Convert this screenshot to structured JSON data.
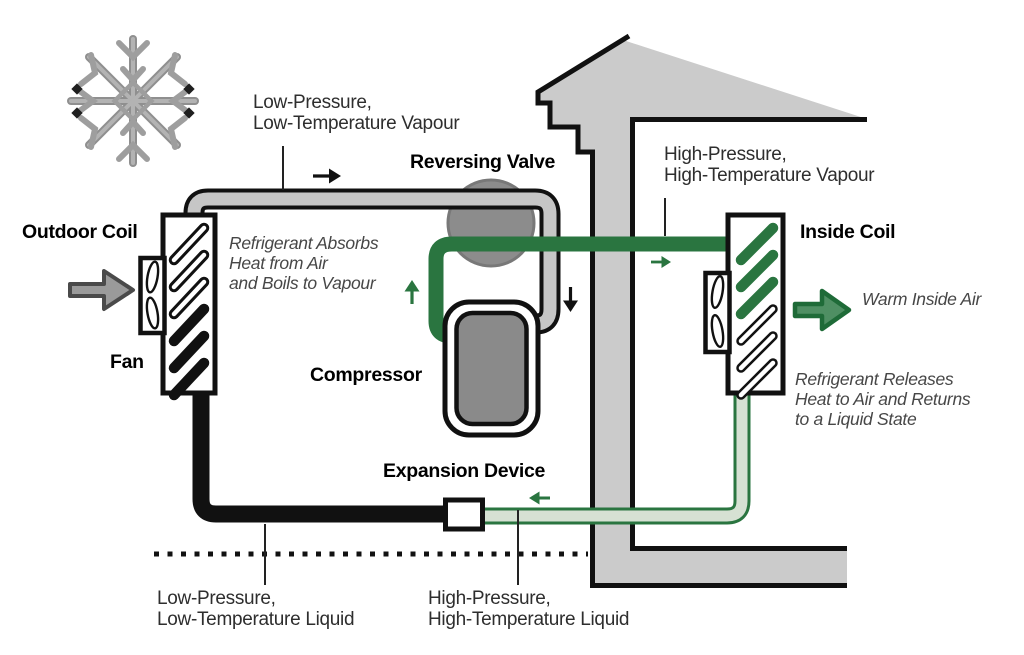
{
  "title": "Heat pump heating cycle diagram",
  "labels": {
    "low_pressure_vapour": "Low-Pressure,\nLow-Temperature Vapour",
    "reversing_valve": "Reversing Valve",
    "high_pressure_vapour": "High-Pressure,\nHigh-Temperature Vapour",
    "outdoor_coil": "Outdoor Coil",
    "inside_coil": "Inside Coil",
    "fan": "Fan",
    "compressor": "Compressor",
    "expansion_device": "Expansion Device",
    "warm_inside_air": "Warm Inside Air",
    "refrigerant_absorbs": "Refrigerant Absorbs\nHeat from Air\nand Boils to Vapour",
    "refrigerant_releases": "Refrigerant Releases\nHeat to Air and Returns\nto a Liquid State",
    "low_pressure_liquid": "Low-Pressure,\nLow-Temperature Liquid",
    "high_pressure_liquid": "High-Pressure,\nHigh-Temperature Liquid"
  },
  "icons": {
    "snowflake": "❄",
    "outdoor_air_arrow": "➔",
    "warm_inside_air_arrow": "➔",
    "flow_arrow_right": "→",
    "flow_arrow_down": "↓",
    "flow_arrow_up": "↑",
    "flow_arrow_left": "←",
    "fan_blades": "two-petal propeller"
  },
  "colors": {
    "pipe_green_dark": "#2a7540",
    "pipe_green_light_fill": "#d6e1d3",
    "pipe_gray_fill": "#c6c6c6",
    "pipe_black": "#111111",
    "house_gray": "#cbcbcb",
    "metal_gray": "#8a8a8a",
    "valve_gray": "#8c8c8c",
    "snowflake_gray": "#9e9e9e",
    "outdoor_arrow_gray": "#9a9a9a",
    "warm_arrow_green_fill": "#4f8f63",
    "text_dark": "#2e2e2e",
    "text_annotation": "#474747"
  }
}
